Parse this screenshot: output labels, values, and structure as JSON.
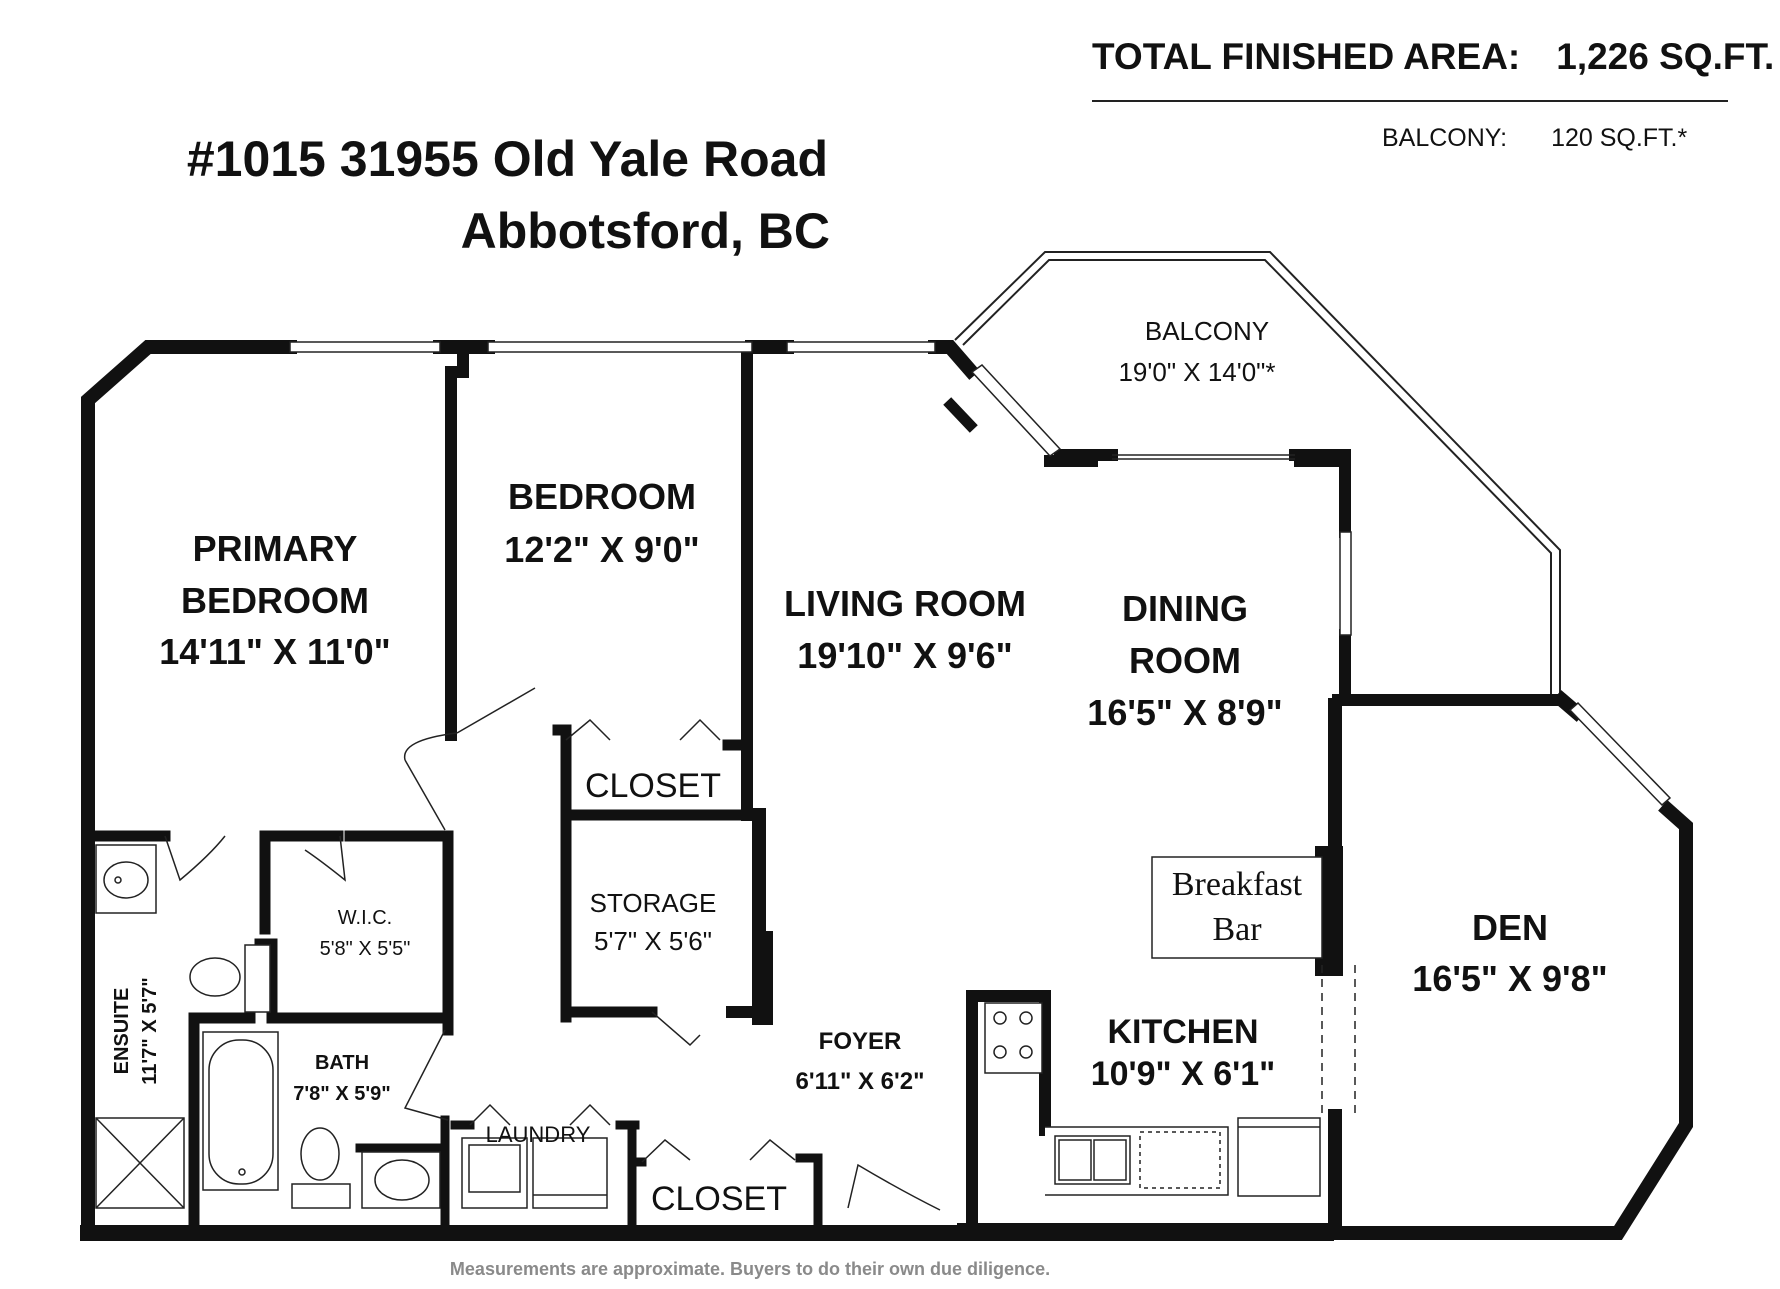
{
  "header": {
    "total_area_label": "TOTAL FINISHED AREA:",
    "total_area_value": "1,226 SQ.FT.",
    "balcony_label": "BALCONY:",
    "balcony_value": "120  SQ.FT.*"
  },
  "address": {
    "line1": "#1015 31955 Old Yale Road",
    "line2": "Abbotsford, BC"
  },
  "rooms": {
    "primary_bedroom": {
      "name_line1": "PRIMARY",
      "name_line2": "BEDROOM",
      "dims": "14'11\" X 11'0\""
    },
    "bedroom": {
      "name": "BEDROOM",
      "dims": "12'2\" X 9'0\""
    },
    "living_room": {
      "name": "LIVING ROOM",
      "dims": "19'10\" X 9'6\""
    },
    "dining_room": {
      "name_line1": "DINING",
      "name_line2": "ROOM",
      "dims": "16'5\" X 8'9\""
    },
    "balcony": {
      "name": "BALCONY",
      "dims": "19'0\" X 14'0\"*"
    },
    "closet_bedroom": {
      "name": "CLOSET"
    },
    "storage": {
      "name": "STORAGE",
      "dims": "5'7\" X 5'6\""
    },
    "wic": {
      "name": "W.I.C.",
      "dims": "5'8\" X 5'5\""
    },
    "ensuite": {
      "name": "ENSUITE",
      "dims": "11'7\" X 5'7\""
    },
    "bath": {
      "name": "BATH",
      "dims": "7'8\" X 5'9\""
    },
    "laundry": {
      "name": "LAUNDRY"
    },
    "closet_foyer": {
      "name": "CLOSET"
    },
    "foyer": {
      "name": "FOYER",
      "dims": "6'11\" X 6'2\""
    },
    "kitchen": {
      "name": "KITCHEN",
      "dims": "10'9\" X 6'1\""
    },
    "breakfast_bar": {
      "line1": "Breakfast",
      "line2": "Bar"
    },
    "den": {
      "name": "DEN",
      "dims": "16'5\" X 9'8\""
    }
  },
  "footer": {
    "note": "Measurements are approximate.  Buyers to do their own due diligence."
  }
}
